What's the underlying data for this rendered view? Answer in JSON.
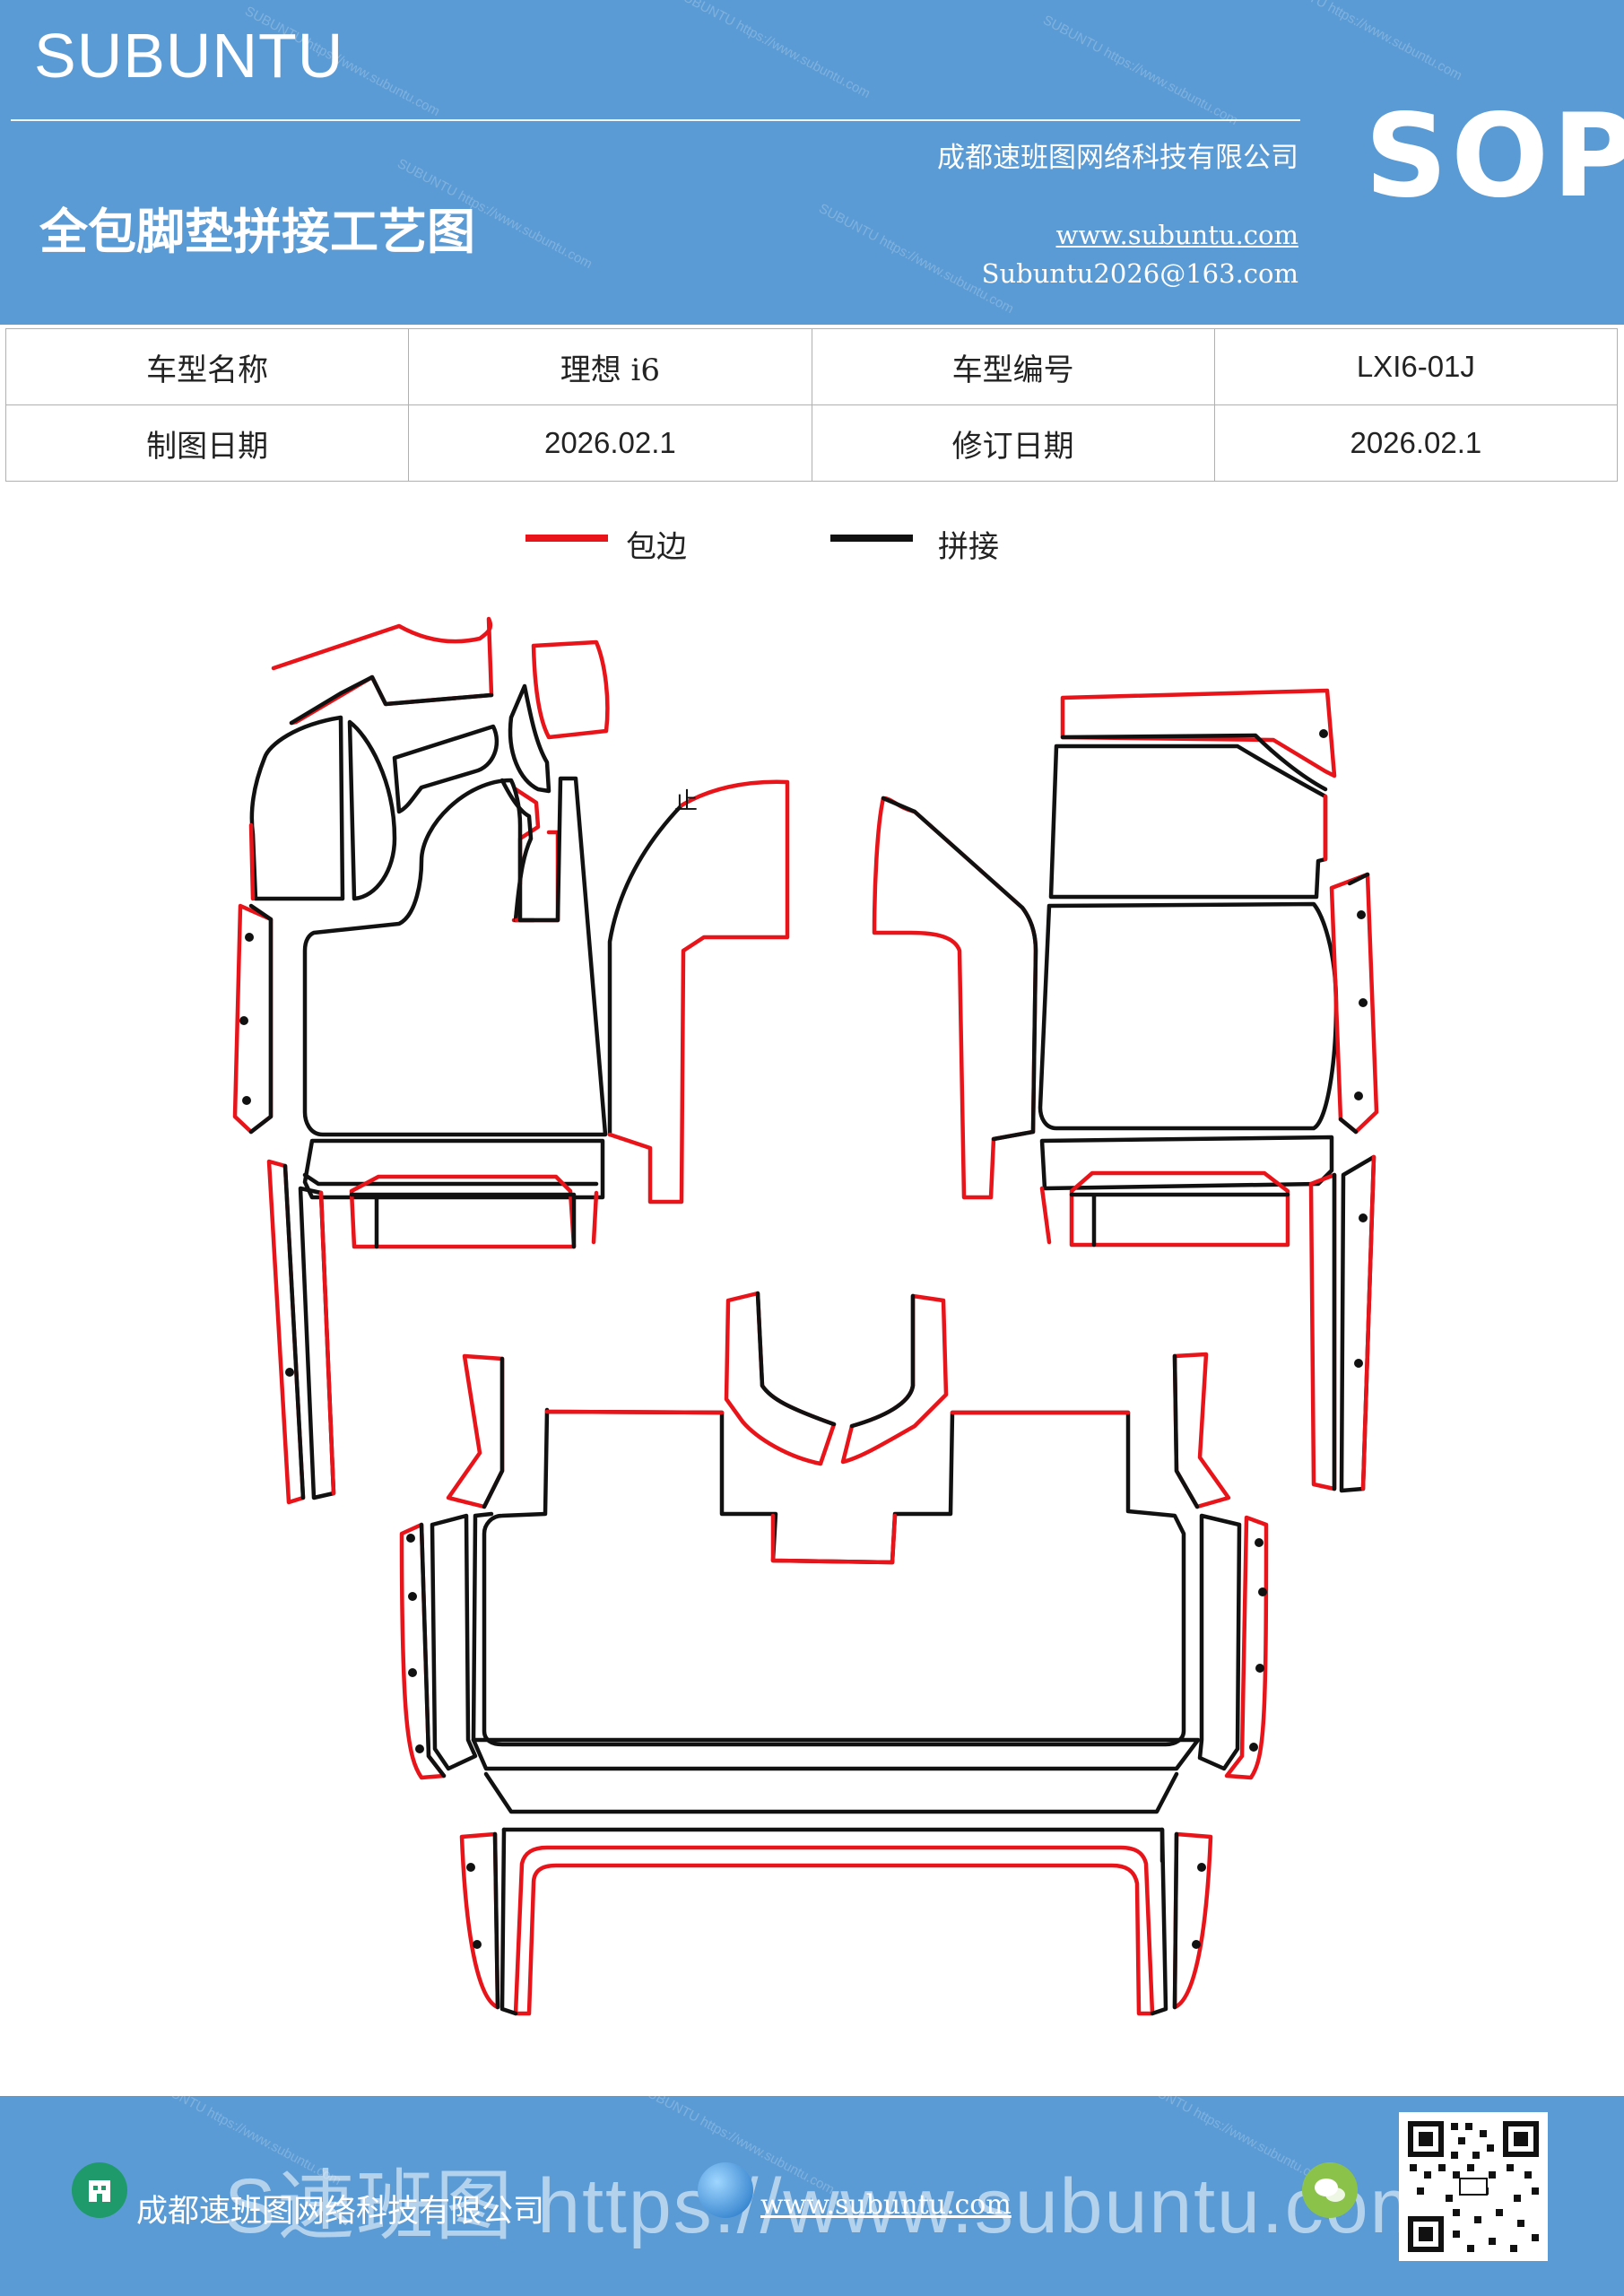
{
  "header": {
    "brand": "SUBUNTU",
    "company": "成都速班图网络科技有限公司",
    "title": "全包脚垫拼接工艺图",
    "website": "www.subuntu.com",
    "email": "Subuntu2026@163.com",
    "badge": "SOP",
    "watermark": "SUBUNTU https://www.subuntu.com"
  },
  "info_table": {
    "rows": [
      [
        "车型名称",
        "理想 i6",
        "车型编号",
        "LXI6-01J"
      ],
      [
        "制图日期",
        "2026.02.1",
        "修订日期",
        "2026.02.1"
      ]
    ]
  },
  "legend": {
    "items": [
      {
        "label": "包边",
        "color": "#e8141a"
      },
      {
        "label": "拼接",
        "color": "#111111"
      }
    ]
  },
  "diagram": {
    "marker": "止",
    "edge_color": "#e8141a",
    "seam_color": "#111111"
  },
  "footer": {
    "company": "成都速班图网络科技有限公司",
    "website": "www.subuntu.com",
    "overlay_text": "S速班图 https://www.subuntu.com",
    "icons": [
      "building-icon",
      "globe-icon",
      "wechat-icon",
      "qr-code"
    ]
  },
  "colors": {
    "header_bg": "#5b9bd5",
    "edge": "#e8141a",
    "seam": "#111111"
  }
}
